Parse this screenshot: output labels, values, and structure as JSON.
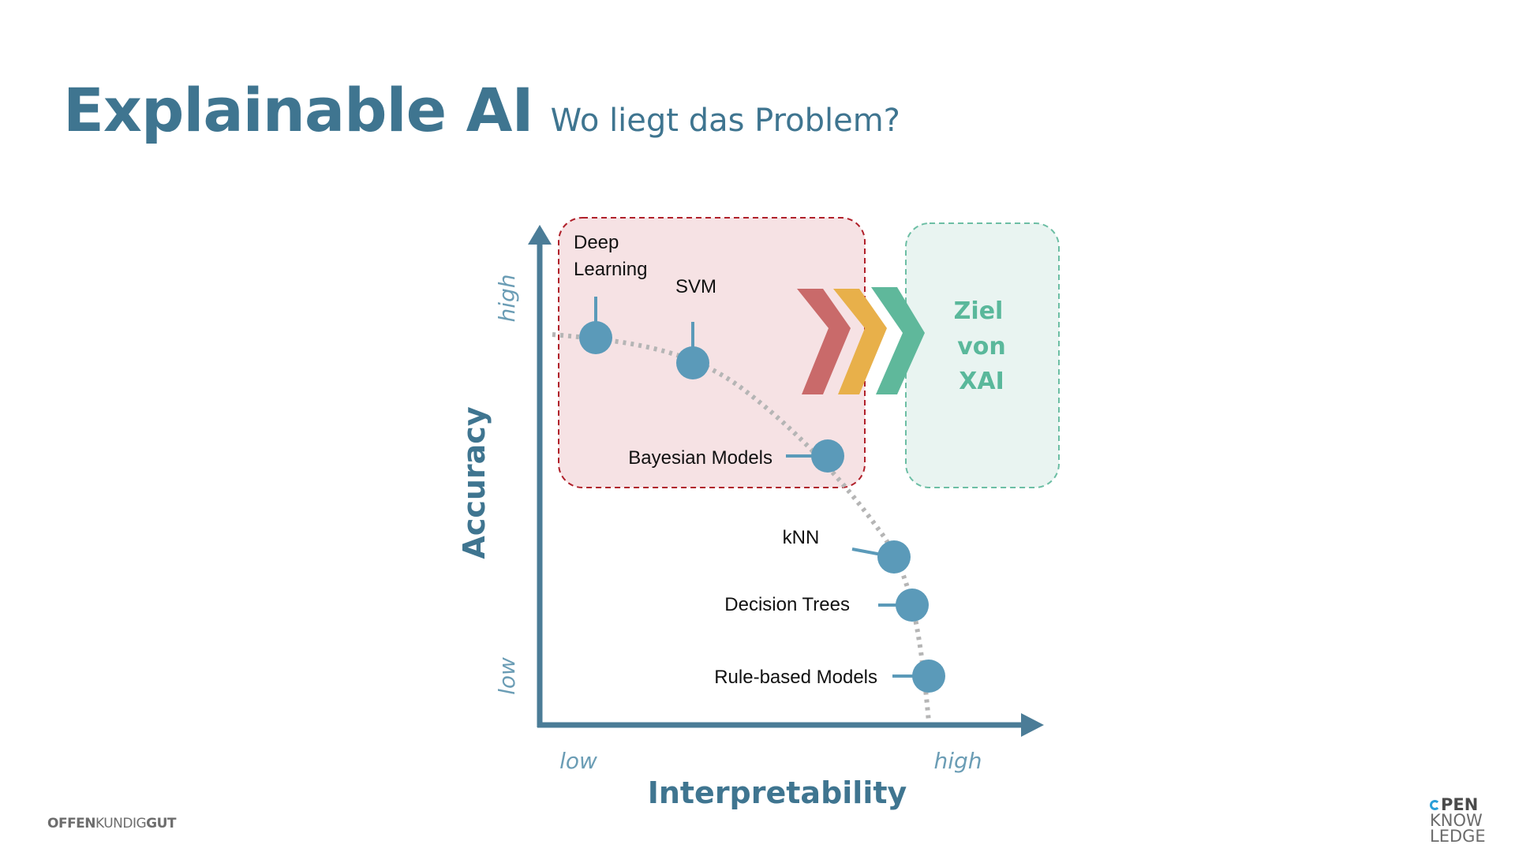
{
  "title": {
    "main": "Explainable AI",
    "sub": "Wo liegt das Problem?"
  },
  "diagram": {
    "y_axis_label": "Accuracy",
    "x_axis_label": "Interpretability",
    "y_low": "low",
    "y_high": "high",
    "x_low": "low",
    "x_high": "high",
    "models": [
      {
        "label_lines": [
          "Deep",
          "Learning"
        ]
      },
      {
        "label_lines": [
          "SVM"
        ]
      },
      {
        "label_lines": [
          "Bayesian Models"
        ]
      },
      {
        "label_lines": [
          "kNN"
        ]
      },
      {
        "label_lines": [
          "Decision Trees"
        ]
      },
      {
        "label_lines": [
          "Rule-based Models"
        ]
      }
    ],
    "goal_lines": [
      "Ziel",
      "von",
      "XAI"
    ],
    "colors": {
      "axis": "#4b7c97",
      "point": "#5b9ab9",
      "curve": "#b5b5b5",
      "problem_border": "#b0202a",
      "problem_fill": "#f6e2e4",
      "goal_border": "#6cbea4",
      "goal_fill": "#e9f4f1",
      "goal_text": "#5ab89b",
      "chevron_red": "#c96a6a",
      "chevron_orange": "#e8b04a",
      "chevron_green": "#5fb89b"
    }
  },
  "footer": {
    "left_part1": "OFFEN",
    "left_part2": "KUNDIG",
    "left_part3": "GUT",
    "logo_line1": "PEN",
    "logo_line2": "KNOW",
    "logo_line3": "LEDGE"
  }
}
